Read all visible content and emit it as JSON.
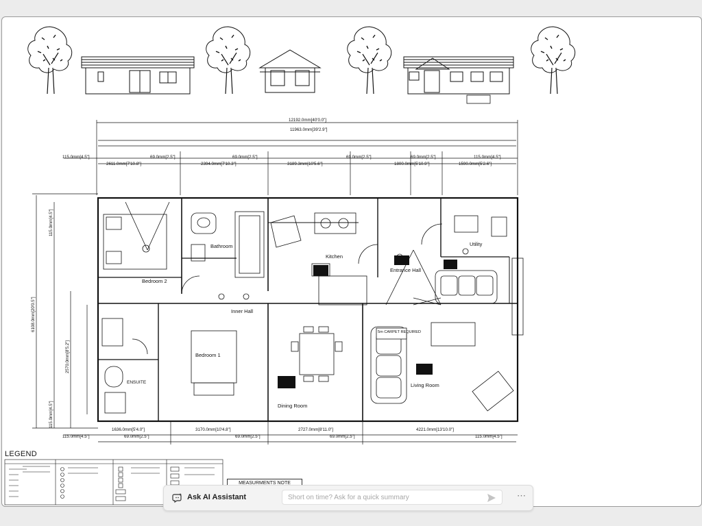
{
  "plan": {
    "overall_dimension": "12192.0mm[40'0.0\"]",
    "inner_dimension": "11963.0mm[39'2.9\"]",
    "rooms": {
      "bedroom2": "Bedroom 2",
      "bathroom": "Bathroom",
      "kitchen": "Kitchen",
      "entrance_hall": "Entrance Hall",
      "utility": "Utility",
      "inner_hall": "Inner Hall",
      "bedroom1": "Bedroom 1",
      "ensuite": "ENSUITE",
      "dining_room": "Dining Room",
      "living_room": "Living Room"
    },
    "carpet_note": "5m CARPET REQUIRED",
    "top_dims": [
      "115.0mm[4.5\"]",
      "2611.0mm[7'10.8\"]",
      "2394.0mm[7'10.3\"]",
      "3189.3mm[10'5.6\"]",
      "1800.0mm[5'10.9\"]",
      "1590.0mm[5'2.6\"]",
      "115.0mm[4.5\"]"
    ],
    "top_small_dims": [
      "69.0mm[2.5\"]",
      "69.0mm[2.5\"]",
      "69.0mm[2.5\"]",
      "69.0mm[2.5\"]"
    ],
    "bottom_dims": [
      "1636.0mm[5'4.0\"]",
      "3170.0mm[10'4.8\"]",
      "2727.0mm[8'11.0\"]",
      "4221.0mm[13'10.0\"]"
    ],
    "bottom_edge_dims": [
      "115.0mm[4.5\"]",
      "69.0mm[2.5\"]",
      "69.0mm[2.5\"]",
      "69.0mm[2.5\"]",
      "115.0mm[4.5\"]"
    ],
    "left_dims": [
      "115.0mm[4.5\"]",
      "2570.0mm[8'5.2\"]",
      "6108.0mm[20'0.5\"]",
      "115.0mm[4.5\"]"
    ]
  },
  "legend": {
    "title": "LEGEND"
  },
  "measurements_note": "MEASURMENTS NOTE",
  "assistant": {
    "label": "Ask AI Assistant",
    "placeholder": "Short on time? Ask for a quick summary",
    "more": "⋯"
  }
}
